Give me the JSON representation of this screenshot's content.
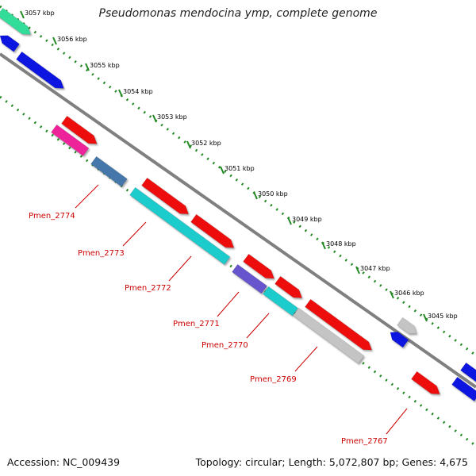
{
  "title": "Pseudomonas mendocina ymp, complete genome",
  "footer": {
    "accession": "Accession: NC_009439",
    "topology": "Topology: circular; Length: 5,072,807 bp; Genes: 4,675"
  },
  "scale_ticks": [
    "3057 kbp",
    "3056 kbp",
    "3055 kbp",
    "3054 kbp",
    "3053 kbp",
    "3052 kbp",
    "3051 kbp",
    "3050 kbp",
    "3049 kbp",
    "3048 kbp",
    "3047 kbp",
    "3046 kbp",
    "3045 kbp"
  ],
  "gene_labels": [
    "Pmen_2774",
    "Pmen_2773",
    "Pmen_2772",
    "Pmen_2771",
    "Pmen_2770",
    "Pmen_2769",
    "Pmen_2767"
  ],
  "colors": {
    "red": "#ee1111",
    "blue": "#0a14e0",
    "cyan": "#1ccccc",
    "magenta": "#ee2299",
    "steelblue": "#4477aa",
    "slateblue": "#6655cc",
    "grey": "#c4c4c4",
    "teal": "#33dd99",
    "backbone": "#808080",
    "dots": "#228822",
    "label": "#cc0000"
  }
}
